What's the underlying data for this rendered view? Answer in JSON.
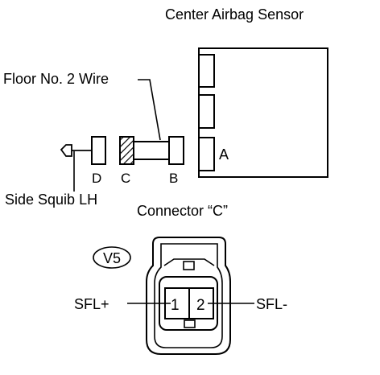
{
  "labels": {
    "center_airbag_sensor": "Center Airbag Sensor",
    "floor_wire": "Floor No. 2 Wire",
    "side_squib": "Side Squib LH",
    "connector_c": "Connector “C”",
    "connector_letters": {
      "a": "A",
      "b": "B",
      "c": "C",
      "d": "D"
    }
  },
  "connector_face": {
    "code": "V5",
    "pins": [
      {
        "number": "1",
        "signal": "SFL+"
      },
      {
        "number": "2",
        "signal": "SFL-"
      }
    ]
  },
  "colors": {
    "line": "#000000",
    "background": "#ffffff"
  }
}
